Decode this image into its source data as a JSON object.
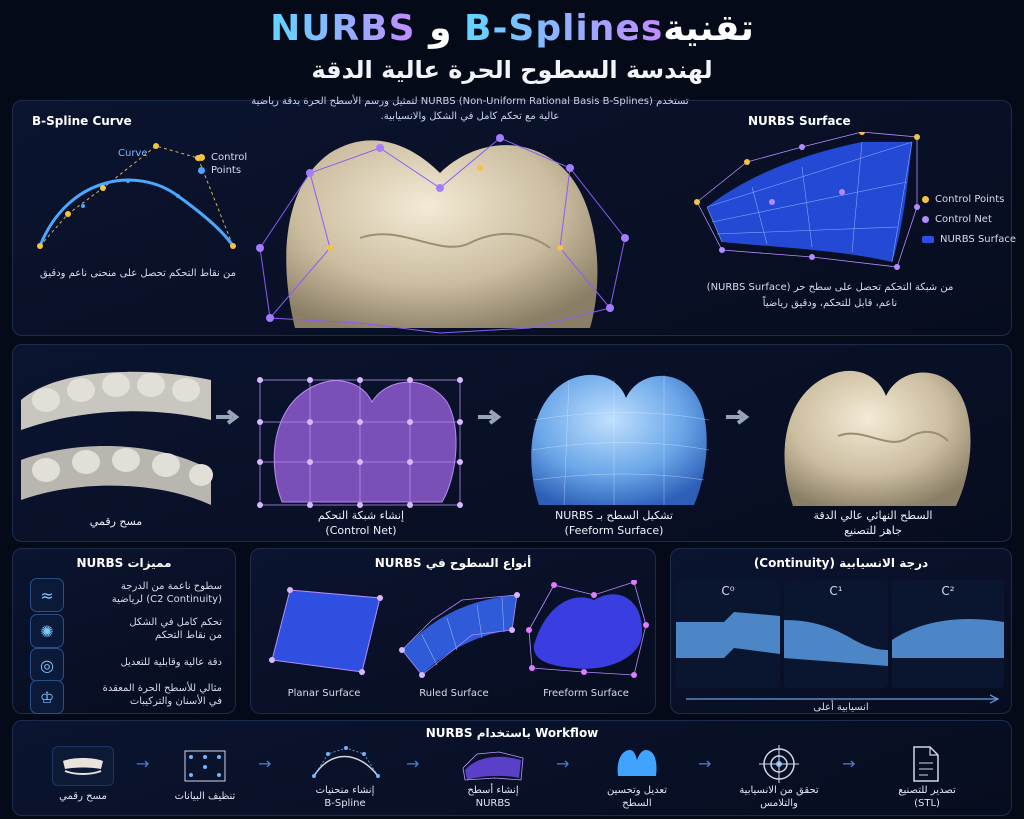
{
  "header": {
    "title_prefix": "تقنية ",
    "title_grad": "B-Splines",
    "title_and": " و ",
    "title_nurbs": "NURBS",
    "subtitle": "لهندسة السطوح الحرة عالية الدقة",
    "description": "تستخدم NURBS (Non-Uniform Rational Basis B-Splines) لتمثيل ورسم الأسطح الحرة بدقة رياضية عالية مع تحكم كامل في الشكل والانسيابية."
  },
  "bspline_panel": {
    "title": "B-Spline Curve",
    "curve_label": "Curve",
    "legend_control": "Control",
    "legend_points": "Points",
    "caption": "من نقاط التحكم تحصل على منحنى ناعم ودقيق"
  },
  "nurbs_panel": {
    "title": "NURBS Surface",
    "legend": [
      "Control Points",
      "Control Net",
      "NURBS Surface"
    ],
    "caption_line1": "من شبكة التحكم تحصل على سطح حر (NURBS Surface)",
    "caption_line2": "ناعم، قابل للتحكم، ودقيق رياضياً"
  },
  "process": {
    "steps": [
      {
        "line1": "مسح رقمي",
        "line2": ""
      },
      {
        "line1": "إنشاء شبكة التحكم",
        "line2": "(Control Net)"
      },
      {
        "line1": "تشكيل السطح بـ NURBS",
        "line2": "(Feeform Surface)"
      },
      {
        "line1": "السطح النهائي عالي الدقة",
        "line2": "جاهز للتصنيع"
      }
    ]
  },
  "features": {
    "title": "مميزات NURBS",
    "items": [
      {
        "icon": "wave-icon",
        "line1": "سطوح ناعمة من الدرجة",
        "line2": "(C2 Continuity) لرياضية"
      },
      {
        "icon": "target-gear-icon",
        "line1": "تحكم كامل في الشكل",
        "line2": "من نقاط التحكم"
      },
      {
        "icon": "crosshair-icon",
        "line1": "دقة عالية وقابلية للتعديل",
        "line2": ""
      },
      {
        "icon": "tooth-icon",
        "line1": "مثالي للأسطح الحرة المعقدة",
        "line2": "في الأسنان والتركيبات"
      }
    ]
  },
  "surface_types": {
    "title": "أنواع السطوح في NURBS",
    "items": [
      "Planar Surface",
      "Ruled Surface",
      "Freeform Surface"
    ]
  },
  "continuity": {
    "title": "درجة الانسيابية (Continuity)",
    "levels": [
      "C⁰",
      "C¹",
      "C²"
    ],
    "axis_label": "انسيابية أعلى"
  },
  "workflow": {
    "title": "Workflow باستخدام NURBS",
    "steps": [
      {
        "line1": "مسح رقمي",
        "line2": ""
      },
      {
        "line1": "تنظيف البيانات",
        "line2": ""
      },
      {
        "line1": "إنشاء منحنيات",
        "line2": "B-Spline"
      },
      {
        "line1": "إنشاء أسطح",
        "line2": "NURBS"
      },
      {
        "line1": "تعديل وتحسين",
        "line2": "السطح"
      },
      {
        "line1": "تحقق من الانسيابية",
        "line2": "والتلامس"
      },
      {
        "line1": "تصدير للتصنيع",
        "line2": "(STL)"
      }
    ]
  },
  "colors": {
    "background": "#050a18",
    "accent_blue": "#3f7bff",
    "accent_purple": "#9b5cff",
    "control_point": "#f3c542"
  }
}
